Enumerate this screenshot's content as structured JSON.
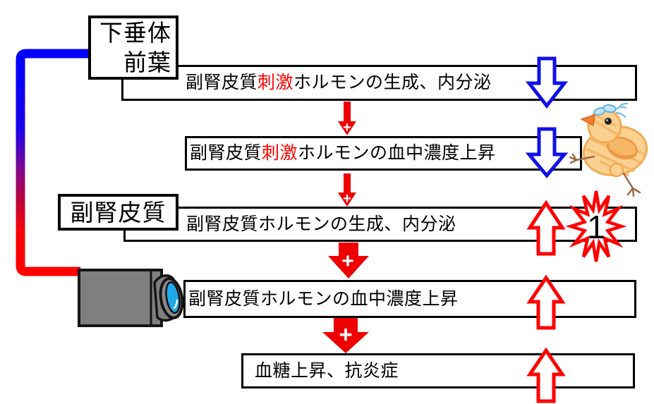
{
  "organs": {
    "pituitary": {
      "line1": "下垂体",
      "line2": "前葉"
    },
    "adrenal_cortex": {
      "label": "副腎皮質"
    }
  },
  "flow_boxes": [
    {
      "pre": "副腎皮質",
      "emphasis": "刺激",
      "post": "ホルモンの生成、内分泌"
    },
    {
      "pre": "副腎皮質",
      "emphasis": "刺激",
      "post": "ホルモンの血中濃度上昇"
    },
    {
      "pre": "副腎皮質ホルモンの生成、内分泌",
      "emphasis": "",
      "post": ""
    },
    {
      "pre": "副腎皮質ホルモンの血中濃度上昇",
      "emphasis": "",
      "post": ""
    },
    {
      "pre": "血糖上昇、抗炎症",
      "emphasis": "",
      "post": ""
    }
  ],
  "starburst_badge": {
    "number": "1"
  },
  "symbols": {
    "plus": "+"
  },
  "colors": {
    "emphasis_text": "#ff0000",
    "down_arrow_blue": "#1010e8",
    "up_arrow_red": "#ff0000",
    "solid_arrow_red": "#ee0000",
    "connector_top_blue": "#0000ff",
    "connector_bottom_red": "#ff0000",
    "camera_body_gray": "#7f7f7f",
    "camera_lens_blue": "#1fa9e8",
    "chick_body_yellow": "#fbd18f",
    "box_border": "#000000"
  },
  "icons": {
    "camera": "camera-icon",
    "chick": "chick-drawing",
    "starburst": "starburst-badge",
    "blue_arrow": "down-arrow-icon",
    "red_up_arrow": "up-arrow-icon",
    "red_plus_arrow": "plus-down-arrow-icon"
  }
}
